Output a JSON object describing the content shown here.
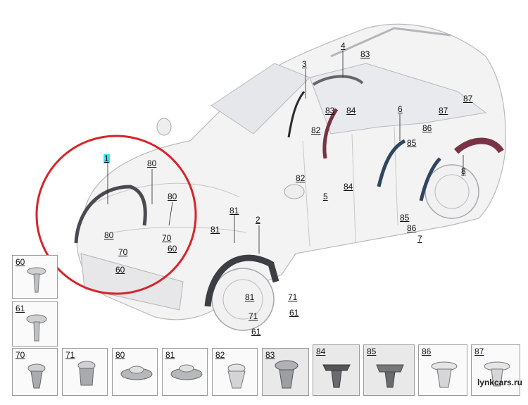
{
  "diagram": {
    "callouts": [
      "1",
      "80",
      "80",
      "80",
      "70",
      "70",
      "60",
      "60",
      "2",
      "81",
      "81",
      "81",
      "71",
      "71",
      "61",
      "61",
      "3",
      "4",
      "83",
      "83",
      "84",
      "84",
      "82",
      "82",
      "5",
      "6",
      "85",
      "85",
      "86",
      "86",
      "7",
      "87",
      "87",
      "8"
    ],
    "fasteners": [
      "60",
      "61",
      "70",
      "71",
      "80",
      "81",
      "82",
      "83",
      "84",
      "85",
      "86",
      "87"
    ]
  },
  "watermark": "lynkcars.ru",
  "colors": {
    "highlight": "#33e6f2",
    "circle": "#d8232a",
    "liner_front": "#3d3d44",
    "liner_rear": "#7a3344",
    "liner_rear_door": "#2f4660"
  }
}
